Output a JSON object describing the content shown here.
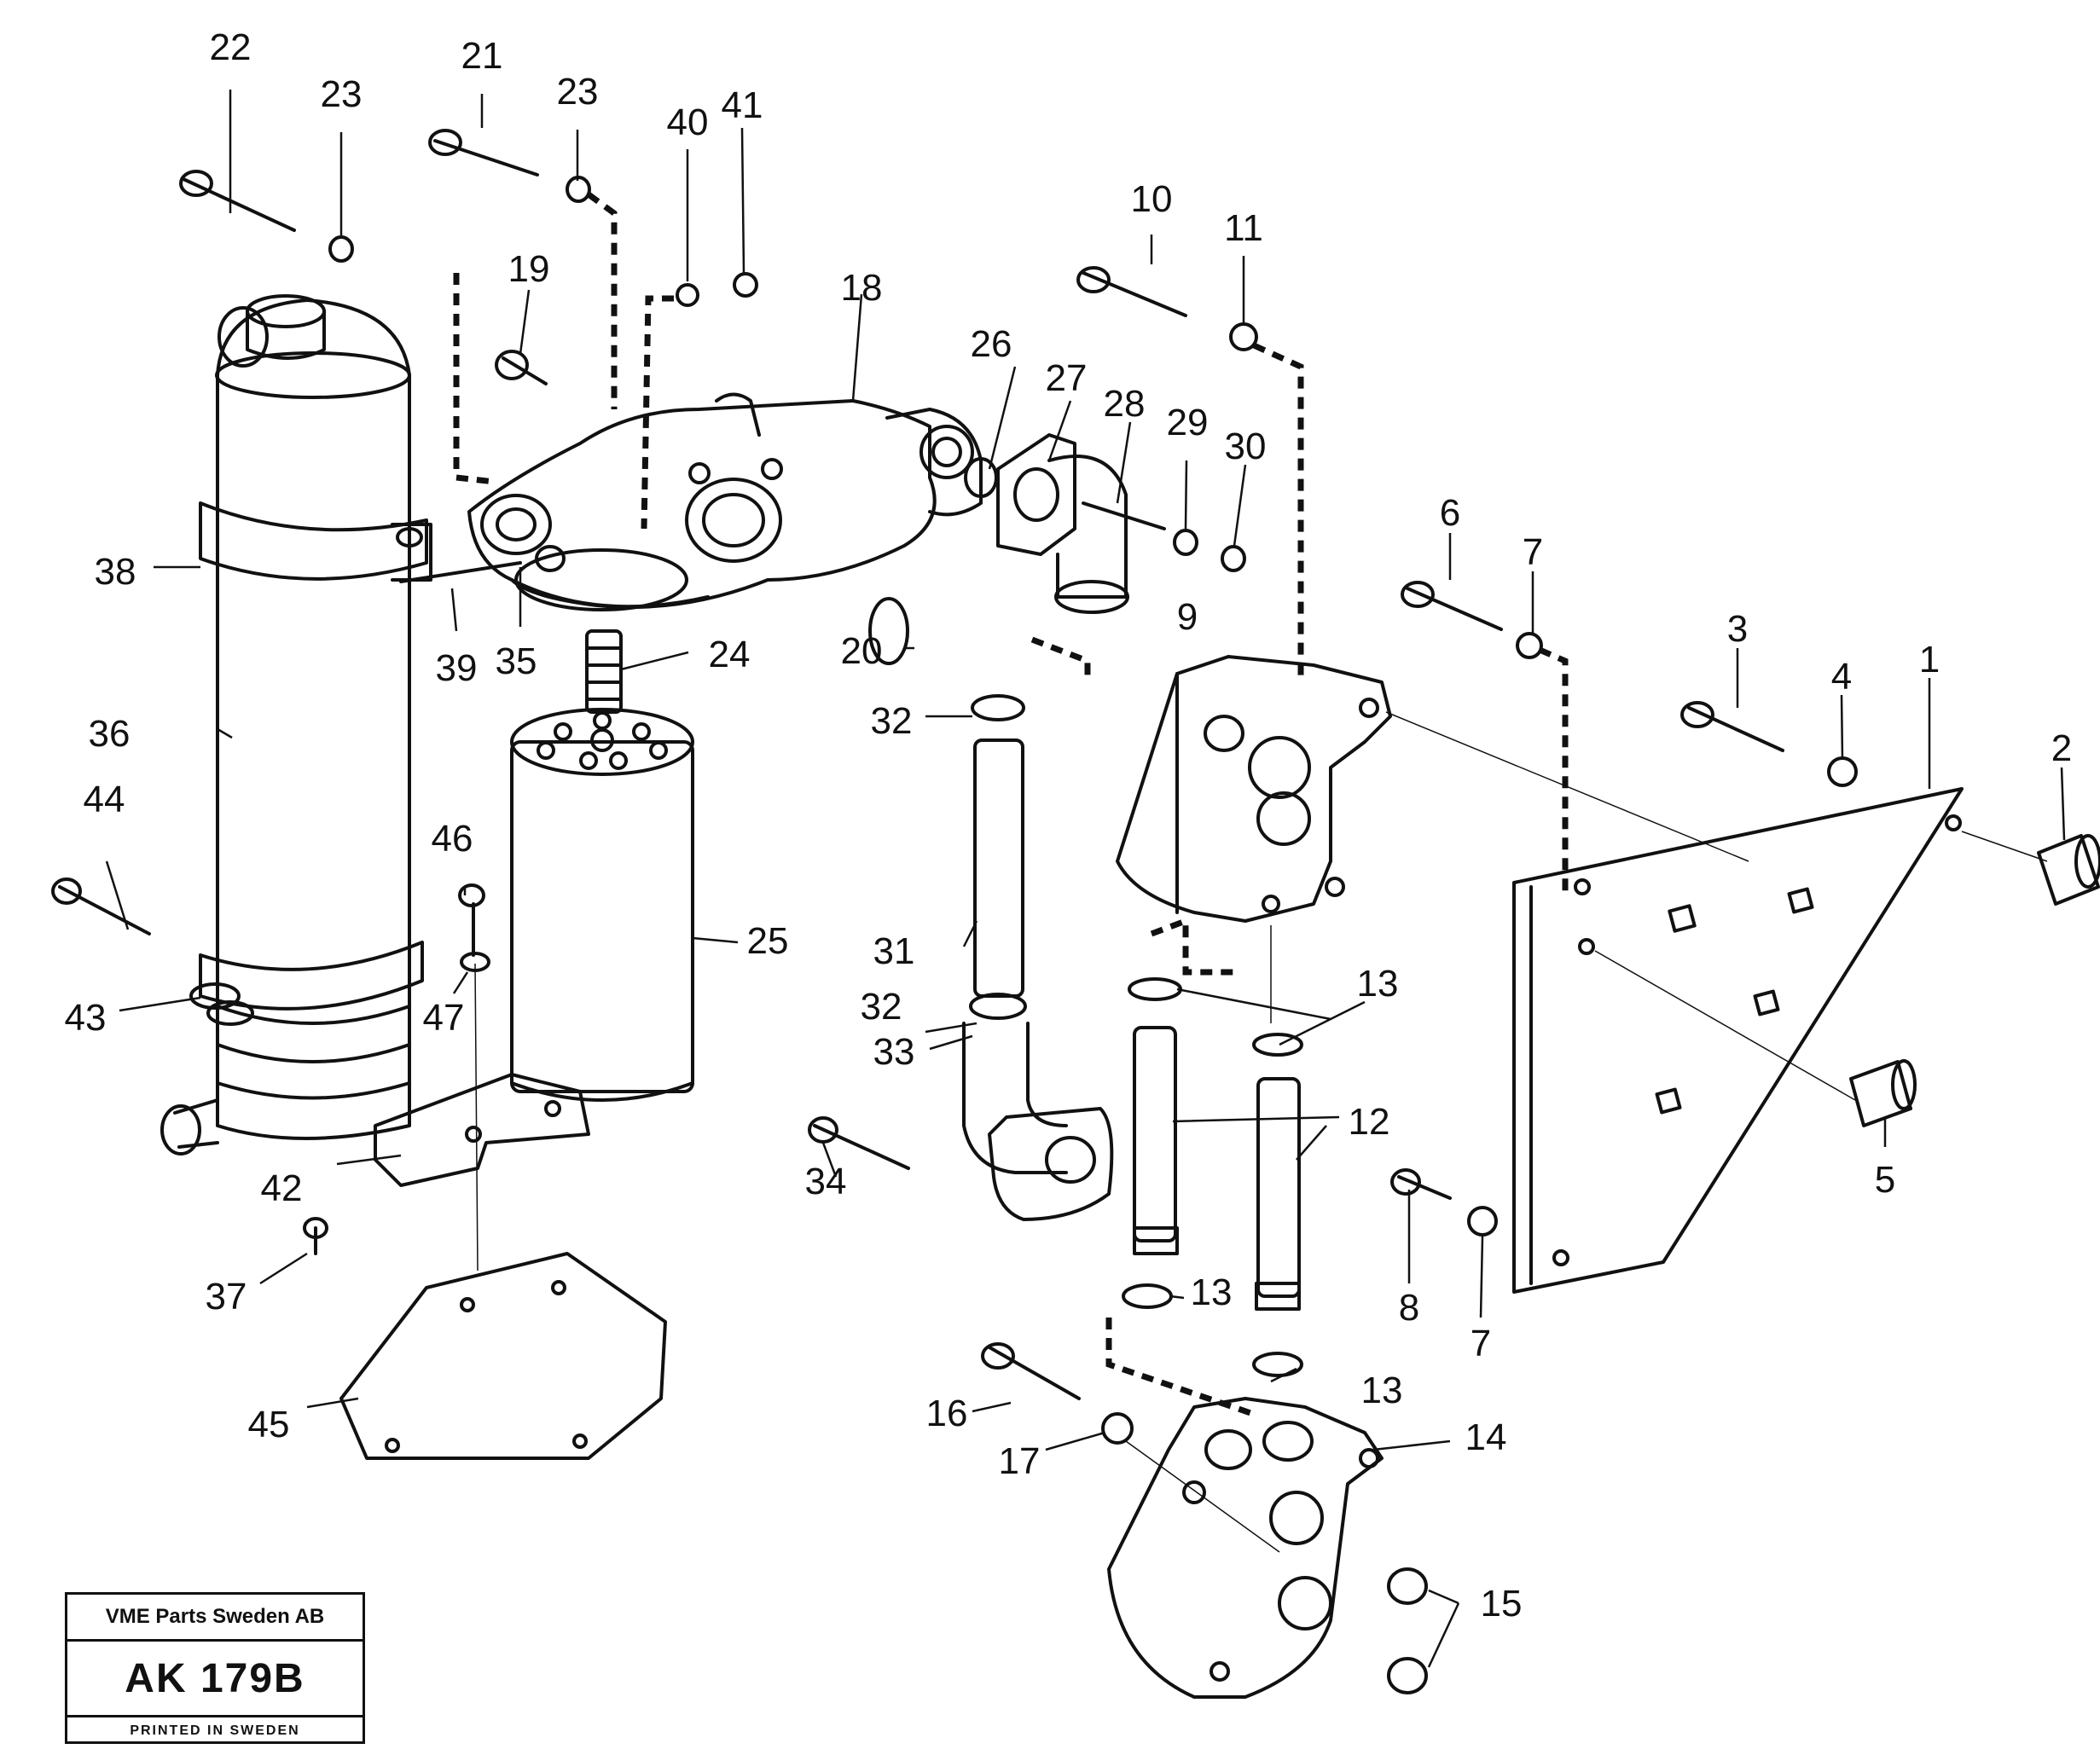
{
  "diagram": {
    "callouts": [
      "1",
      "2",
      "3",
      "4",
      "5",
      "6",
      "7",
      "8",
      "9",
      "10",
      "11",
      "12",
      "13",
      "14",
      "15",
      "16",
      "17",
      "18",
      "19",
      "20",
      "21",
      "22",
      "23",
      "24",
      "25",
      "26",
      "27",
      "28",
      "29",
      "30",
      "31",
      "32",
      "33",
      "34",
      "35",
      "36",
      "37",
      "38",
      "39",
      "40",
      "41",
      "42",
      "43",
      "44",
      "45",
      "46",
      "47"
    ]
  },
  "title_block": {
    "company": "VME Parts Sweden AB",
    "code": "AK 179B",
    "printed": "PRINTED IN SWEDEN"
  }
}
